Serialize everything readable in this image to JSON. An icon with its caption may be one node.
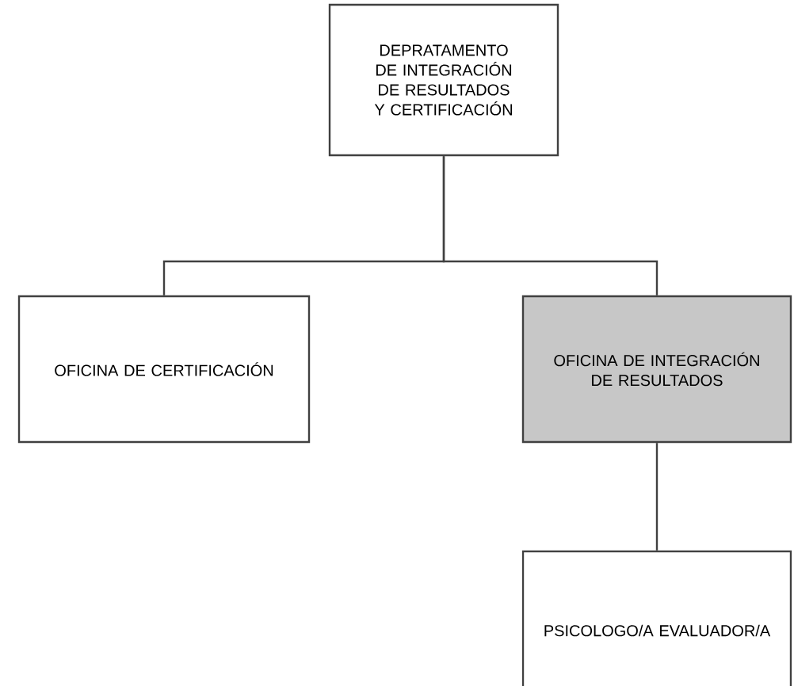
{
  "diagram": {
    "nodes": [
      {
        "text": [
          "DEPRATAMENTO DE INTEGRACIÓN DE RESULTADOS Y CERTIFICACIÓN"
        ]
      },
      {
        "text": [
          "OFICINA DE CERTIFICACIÓN"
        ]
      },
      {
        "text": [
          "OFICINA DE INTEGRACIÓN DE RESULTADOS"
        ]
      },
      {
        "text": [
          "PSICOLOGO/A EVALUADOR/A"
        ]
      }
    ],
    "edges": [
      {
        "from": 0,
        "to": 1,
        "arrow": "none"
      },
      {
        "from": 0,
        "to": 2,
        "arrow": "none"
      },
      {
        "from": 2,
        "to": 3,
        "arrow": "none"
      }
    ]
  }
}
